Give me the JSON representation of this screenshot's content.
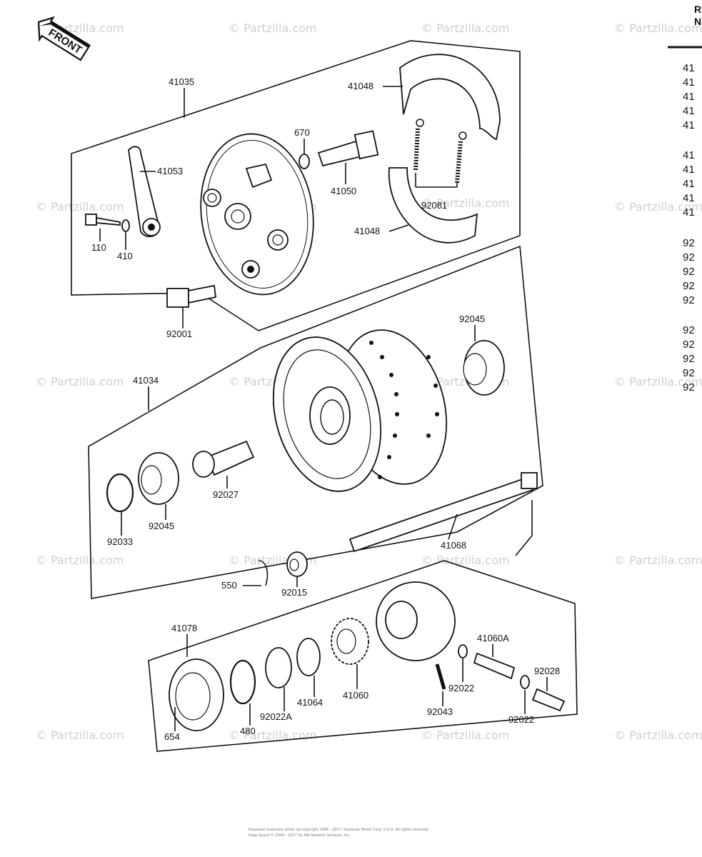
{
  "front_badge": "FRONT",
  "watermark": "© Partzilla.com",
  "copyright_line1": "Kawasaki materials within all copyright 1966 - 2017. Kawasaki Motor Corp. U.S.A. All rights reserved.",
  "copyright_line2": "Page layout © 2004 - 2017 by ARI Network Services, Inc.",
  "right_header": [
    "R",
    "N"
  ],
  "right_column": [
    "41",
    "41",
    "41",
    "41",
    "41",
    "41",
    "41",
    "41",
    "41",
    "41",
    "92",
    "92",
    "92",
    "92",
    "92",
    "92",
    "92",
    "92",
    "92",
    "92"
  ],
  "labels": {
    "p41035": "41035",
    "p41053": "41053",
    "p110": "110",
    "p410": "410",
    "p92001": "92001",
    "p670": "670",
    "p41050": "41050",
    "p41048a": "41048",
    "p41048b": "41048",
    "p92081": "92081",
    "p92045a": "92045",
    "p41034": "41034",
    "p92027": "92027",
    "p92045b": "92045",
    "p92033": "92033",
    "p41068": "41068",
    "p550": "550",
    "p92015": "92015",
    "p41078": "41078",
    "p654": "654",
    "p480": "480",
    "p92022A": "92022A",
    "p41064": "41064",
    "p41060": "41060",
    "p92043": "92043",
    "p92022a": "92022",
    "p41060A": "41060A",
    "p92028": "92028",
    "p92022b": "92022"
  }
}
